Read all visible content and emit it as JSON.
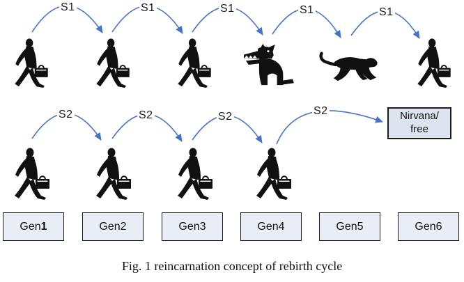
{
  "colors": {
    "arrow": "#4472c4",
    "gen-fill": "#e9eef6",
    "nirvana-fill": "#dce4f0",
    "box-border": "#1a1a1a"
  },
  "row1": {
    "arrow_labels": [
      "S1",
      "S1",
      "S1",
      "S1",
      "S1"
    ],
    "figures": [
      "businessman",
      "businessman",
      "businessman",
      "dog",
      "cheetah",
      "businessman"
    ]
  },
  "row2": {
    "arrow_labels": [
      "S2",
      "S2",
      "S2",
      "S2"
    ],
    "figures": [
      "businessman",
      "businessman",
      "businessman",
      "businessman"
    ],
    "nirvana_box": {
      "line1": "Nirvana/",
      "line2": "free"
    }
  },
  "gen_row": {
    "boxes": [
      {
        "prefix": "Gen ",
        "num": "1"
      },
      {
        "prefix": "Gen ",
        "num": "2"
      },
      {
        "prefix": "Gen ",
        "num": "3"
      },
      {
        "prefix": "Gen ",
        "num": "4"
      },
      {
        "prefix": "Gen ",
        "num": "5"
      },
      {
        "prefix": "Gen ",
        "num": "6"
      }
    ]
  },
  "caption": "Fig. 1 reincarnation concept of rebirth cycle"
}
